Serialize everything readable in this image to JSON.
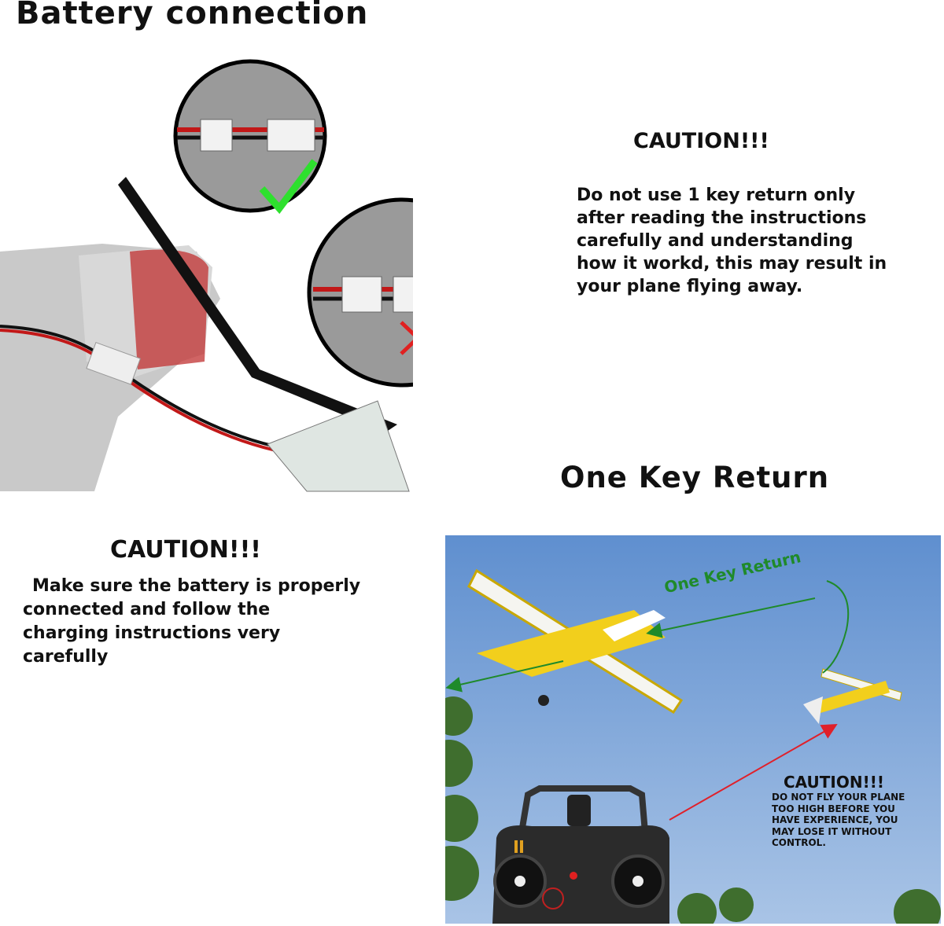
{
  "battery_section": {
    "title": "Battery connection",
    "caution_heading": "CAUTION!!!",
    "caution_lines": [
      "Do not use 1 key return only",
      "after reading the instructions",
      "carefully and understanding",
      "how it workd, this may result in",
      "your plane flying away."
    ]
  },
  "one_key_return_section": {
    "title": "One Key Return",
    "caution_heading": "CAUTION!!!",
    "caution_lines": [
      "Make sure the battery is properly",
      "connected and follow the",
      "charging instructions very",
      "carefully"
    ],
    "diagram_label": "One Key Return",
    "image_caution_heading": "CAUTION!!!",
    "image_caution_lines": [
      "DO NOT FLY YOUR PLANE",
      "TOO HIGH BEFORE YOU",
      "HAVE EXPERIENCE, YOU",
      "MAY LOSE IT WITHOUT",
      "CONTROL."
    ]
  },
  "colors": {
    "check": "#2ee02e",
    "cross": "#e02020",
    "arrow_green": "#1f8a2a",
    "arrow_red": "#e0202a",
    "sky": "#7ea6d8"
  }
}
